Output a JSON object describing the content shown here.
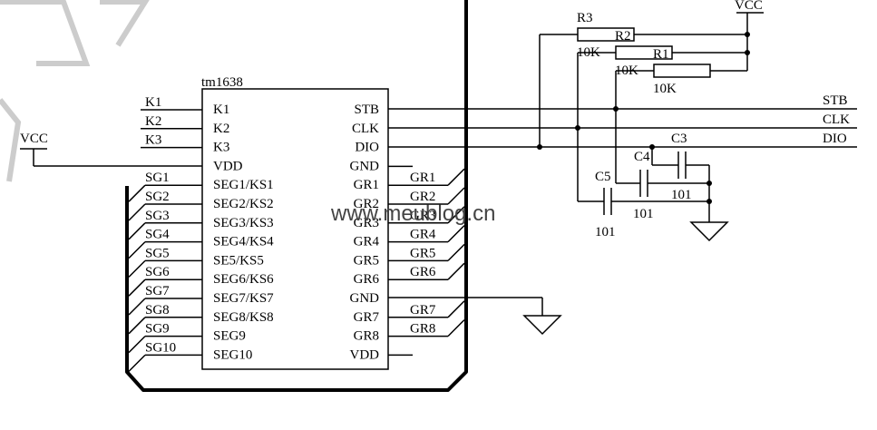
{
  "chip": {
    "name": "tm1638",
    "left_pins": [
      "K1",
      "K2",
      "K3",
      "VDD",
      "SEG1/KS1",
      "SEG2/KS2",
      "SEG3/KS3",
      "SEG4/KS4",
      "SE5/KS5",
      "SEG6/KS6",
      "SEG7/KS7",
      "SEG8/KS8",
      "SEG9",
      "SEG10"
    ],
    "right_pins": [
      "STB",
      "CLK",
      "DIO",
      "GND",
      "GR1",
      "GR2",
      "GR3",
      "GR4",
      "GR5",
      "GR6",
      "GND",
      "GR7",
      "GR8",
      "VDD"
    ]
  },
  "left_nets": [
    "K1",
    "K2",
    "K3",
    "SG1",
    "SG2",
    "SG3",
    "SG4",
    "SG5",
    "SG6",
    "SG7",
    "SG8",
    "SG9",
    "SG10"
  ],
  "right_nets": [
    "GR1",
    "GR2",
    "GR3",
    "GR4",
    "GR5",
    "GR6",
    "GR7",
    "GR8"
  ],
  "power": {
    "vcc_label": "VCC"
  },
  "bus_signals": [
    "STB",
    "CLK",
    "DIO"
  ],
  "resistors": [
    {
      "ref": "R3",
      "value": "10K"
    },
    {
      "ref": "R2",
      "value": "10K"
    },
    {
      "ref": "R1",
      "value": "10K"
    }
  ],
  "capacitors": [
    {
      "ref": "C5",
      "value": "101"
    },
    {
      "ref": "C4",
      "value": "101"
    },
    {
      "ref": "C3",
      "value": "101"
    }
  ],
  "watermark": "www.meublog.cn"
}
